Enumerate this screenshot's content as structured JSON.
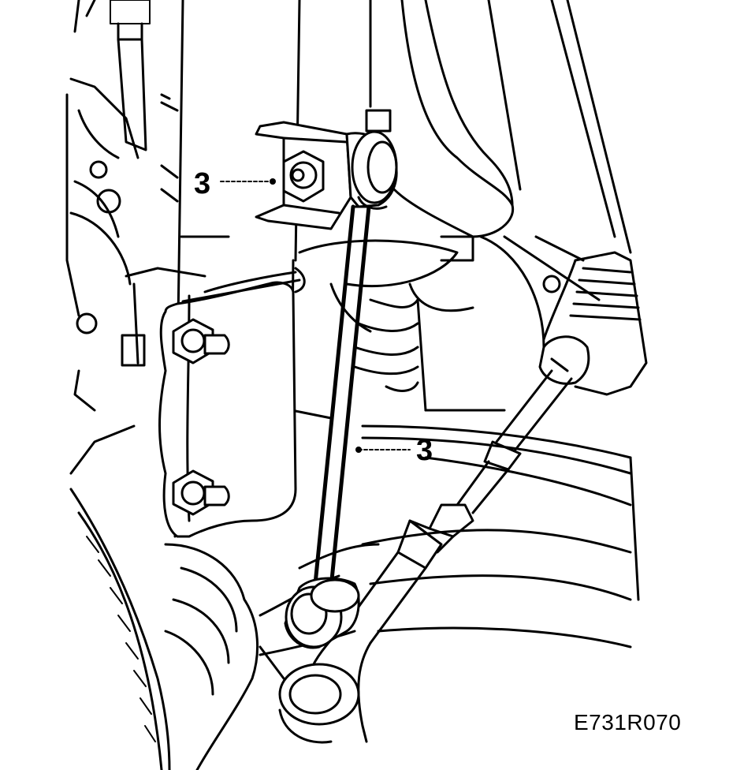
{
  "figure": {
    "reference_code": "E731R070",
    "callouts": [
      {
        "id": "nut",
        "label": "3"
      },
      {
        "id": "link",
        "label": "3"
      }
    ]
  }
}
